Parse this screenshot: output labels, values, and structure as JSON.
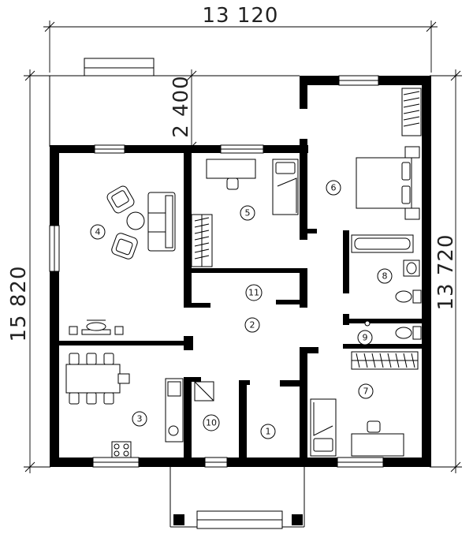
{
  "dimensions": {
    "overall_width": "13 120",
    "overall_height": "15 820",
    "right_height": "13 720",
    "terrace_depth": "2 400"
  },
  "rooms": [
    {
      "id": "room-1",
      "label": "1"
    },
    {
      "id": "room-2",
      "label": "2"
    },
    {
      "id": "room-3",
      "label": "3"
    },
    {
      "id": "room-4",
      "label": "4"
    },
    {
      "id": "room-5",
      "label": "5"
    },
    {
      "id": "room-6",
      "label": "6"
    },
    {
      "id": "room-7",
      "label": "7"
    },
    {
      "id": "room-8",
      "label": "8"
    },
    {
      "id": "room-9",
      "label": "9"
    },
    {
      "id": "room-10",
      "label": "10"
    },
    {
      "id": "room-11",
      "label": "11"
    }
  ]
}
